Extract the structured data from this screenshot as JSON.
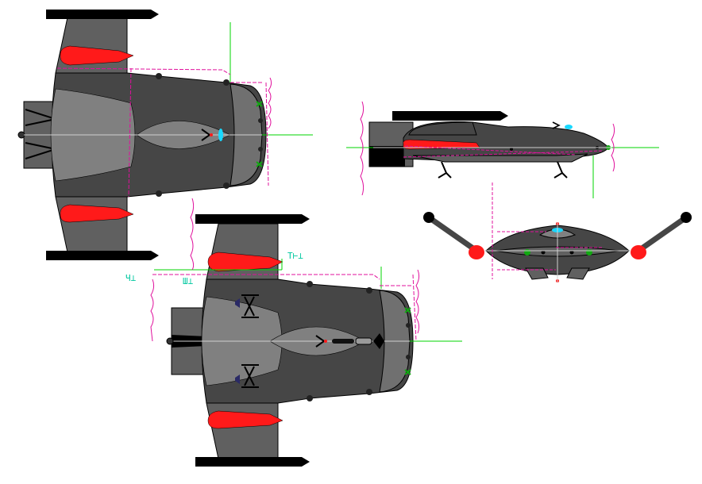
{
  "colors": {
    "hull_dark": "#464646",
    "hull_mid": "#606060",
    "hull_light": "#808080",
    "nacelle_red": "#ff1a1a",
    "guide_green": "#00d400",
    "guide_magenta": "#e0109c",
    "dim_teal": "#00c8a0",
    "light_cyan": "#19d8ff",
    "light_green": "#11a811",
    "black": "#000000"
  },
  "annotations": {
    "top_left_label": "Ч⊥",
    "mid_label": "Ш⊥",
    "upper_right_label": "Т⊢⊥"
  },
  "views": [
    {
      "id": "top-view-upper",
      "kind": "dorsal"
    },
    {
      "id": "side-view",
      "kind": "profile"
    },
    {
      "id": "front-view",
      "kind": "frontal"
    },
    {
      "id": "top-view-lower",
      "kind": "ventral"
    }
  ]
}
